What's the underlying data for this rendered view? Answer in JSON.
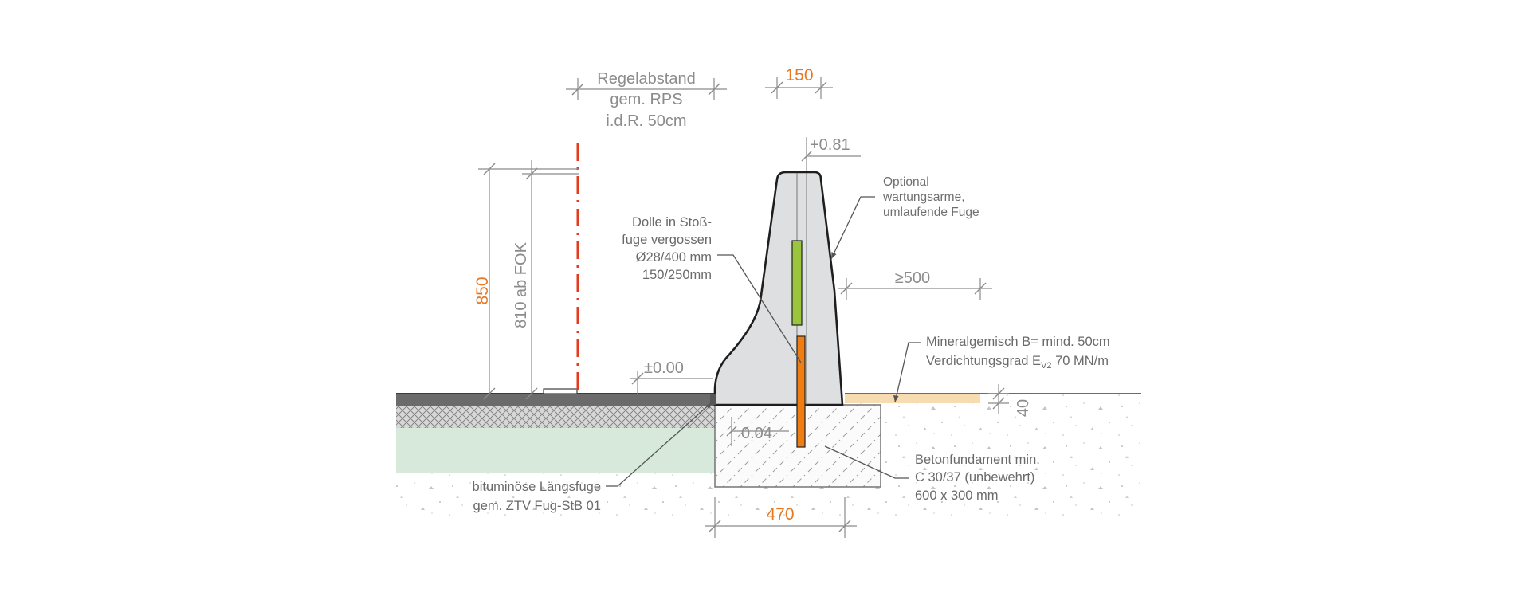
{
  "dimensions": {
    "regelabstand_line1": "Regelabstand",
    "regelabstand_line2": "gem. RPS",
    "regelabstand_line3": "i.d.R. 50cm",
    "width_top": "150",
    "offset_top": "+0.81",
    "height_total": "850",
    "height_fok": "810 ab FOK",
    "zero_level": "±0.00",
    "min_distance": "≥500",
    "layer_thickness": "40",
    "edge_offset": "0.04",
    "foundation_width": "470"
  },
  "annotations": {
    "optional_line1": "Optional",
    "optional_line2": "wartungsarme,",
    "optional_line3": "umlaufende Fuge",
    "dolle_line1": "Dolle in Stoß-",
    "dolle_line2": "fuge vergossen",
    "dolle_line3": "Ø28/400 mm",
    "dolle_line4": "150/250mm",
    "mineral_line1": "Mineralgemisch B= mind. 50cm",
    "mineral_line2_pre": "Verdichtungsgrad E",
    "mineral_line2_sub": "V2",
    "mineral_line2_post": " 70 MN/m",
    "beton_line1": "Betonfundament min.",
    "beton_line2": "C 30/37  (unbewehrt)",
    "beton_line3": "600 x 300 mm",
    "fuge_line1": "bituminöse Längsfuge",
    "fuge_line2": "gem. ZTV Fug-StB 01"
  },
  "colors": {
    "accent_orange": "#e87722",
    "red_axis": "#e53a1e",
    "green_dowel": "#9bc53d",
    "orange_dowel": "#f07d12",
    "barrier_fill": "#dedfe0",
    "asphalt_top": "#6b6b6b",
    "base_course_hatch": "#bdbdbd",
    "subbase_green": "#d6e9db",
    "mineral_sand": "#f6dcb0"
  }
}
